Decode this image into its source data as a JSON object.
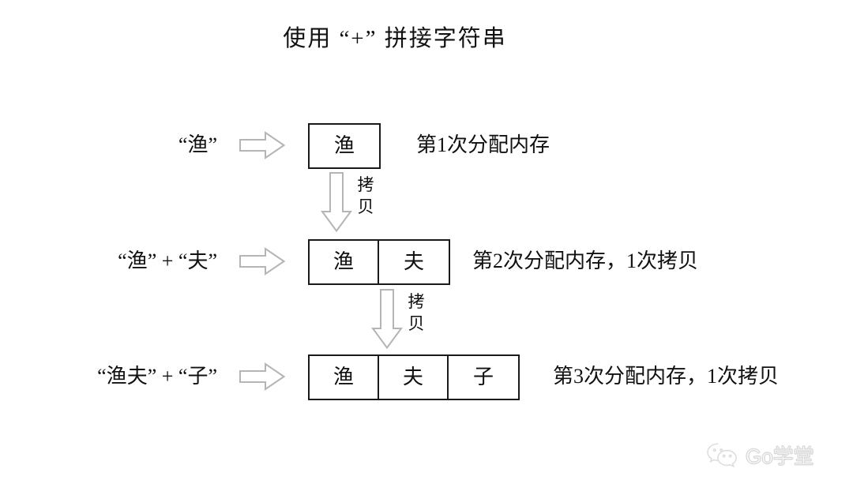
{
  "title": "使用 “+” 拼接字符串",
  "rows": [
    {
      "expression": "“渔”",
      "arrow_icon": "arrow-right-icon",
      "cells": [
        "渔"
      ],
      "note": "第1次分配内存"
    },
    {
      "expression": "“渔” + “夫”",
      "arrow_icon": "arrow-right-icon",
      "cells": [
        "渔",
        "夫"
      ],
      "note": "第2次分配内存，1次拷贝"
    },
    {
      "expression": "“渔夫” + “子”",
      "arrow_icon": "arrow-right-icon",
      "cells": [
        "渔",
        "夫",
        "子"
      ],
      "note": "第3次分配内存，1次拷贝"
    }
  ],
  "copy_steps": [
    {
      "icon": "arrow-down-icon",
      "label_char_1": "拷",
      "label_char_2": "贝"
    },
    {
      "icon": "arrow-down-icon",
      "label_char_1": "拷",
      "label_char_2": "贝"
    }
  ],
  "watermark": {
    "icon": "wechat-icon",
    "text": "Go学堂"
  },
  "colors": {
    "box_border": "#1a1a1a",
    "arrow_stroke": "#b5b5b5",
    "arrow_fill": "#ffffff",
    "text": "#111111",
    "background": "#ffffff",
    "watermark": "#dcdcdc"
  }
}
